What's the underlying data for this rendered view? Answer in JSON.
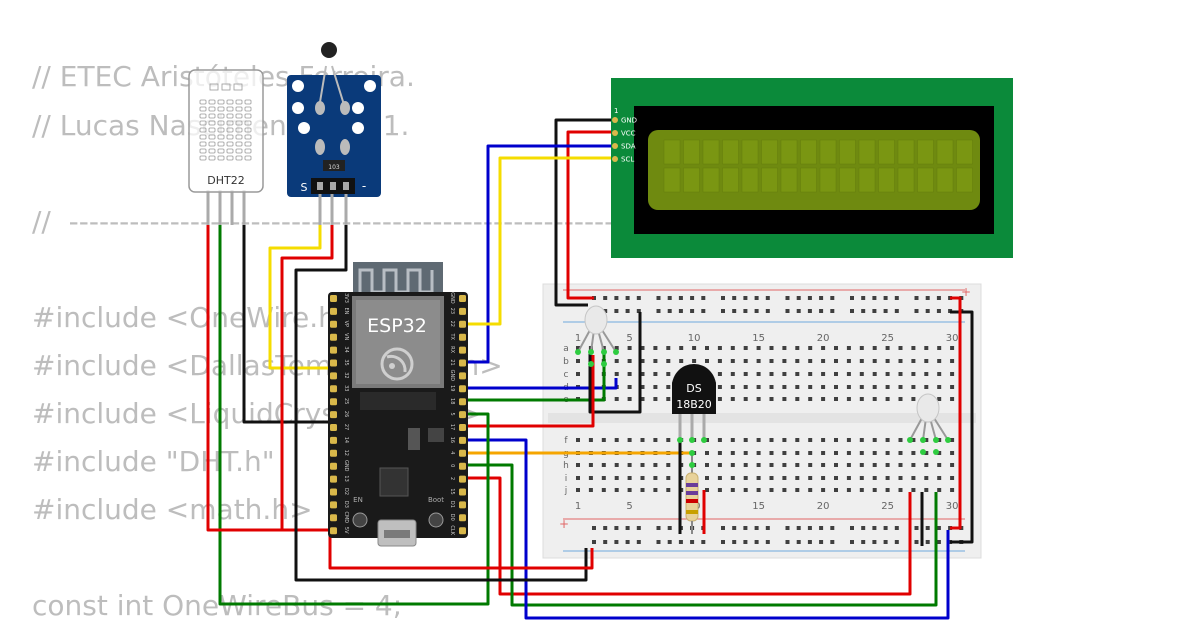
{
  "code_lines": [
    "// ETEC Aristóteles Ferreira.",
    "// Lucas Nascimento - 2º 1.",
    "",
    "//  ------------------------------------------------------------",
    "",
    "#include <OneWire.h>",
    "#include <DallasTemperature.h>",
    "#include <LiquidCrystal_I2C.h>",
    "#include \"DHT.h\"",
    "#include <math.h>",
    "",
    "const int OneWireBus = 4;"
  ],
  "dht": {
    "label": "DHT22"
  },
  "ntc": {
    "pin_s": "S",
    "pin_minus": "-",
    "chip": "103"
  },
  "esp32": {
    "label": "ESP32",
    "left_pins": [
      "3V3",
      "EN",
      "VP",
      "VN",
      "34",
      "35",
      "32",
      "33",
      "25",
      "26",
      "27",
      "14",
      "12",
      "GND",
      "13",
      "D2",
      "D3",
      "CMD",
      "5V"
    ],
    "right_pins": [
      "GND",
      "23",
      "22",
      "TX",
      "RX",
      "21",
      "GND",
      "19",
      "18",
      "5",
      "17",
      "16",
      "4",
      "0",
      "2",
      "15",
      "D1",
      "D0",
      "CLK"
    ],
    "btn_en": "EN",
    "btn_boot": "Boot"
  },
  "lcd": {
    "pin1": "1",
    "pins": [
      "GND",
      "VCC",
      "SDA",
      "SCL"
    ]
  },
  "breadboard": {
    "col_numbers": [
      "1",
      "5",
      "10",
      "15",
      "20",
      "25",
      "30"
    ],
    "rows_top": [
      "a",
      "b",
      "c",
      "d",
      "e"
    ],
    "rows_bottom": [
      "f",
      "g",
      "h",
      "i",
      "j"
    ],
    "plus": "+"
  },
  "ds18b20": {
    "line1": "DS",
    "line2": "18B20"
  },
  "colors": {
    "wire_red": "#e00000",
    "wire_black": "#111111",
    "wire_blue": "#0000cc",
    "wire_yellow": "#f5dc00",
    "wire_green": "#007a00",
    "wire_orange": "#f5a500",
    "pcb_blue": "#0a3a7a",
    "lcd_green": "#0b8a3a",
    "lcd_screen": "#6f8a10"
  }
}
